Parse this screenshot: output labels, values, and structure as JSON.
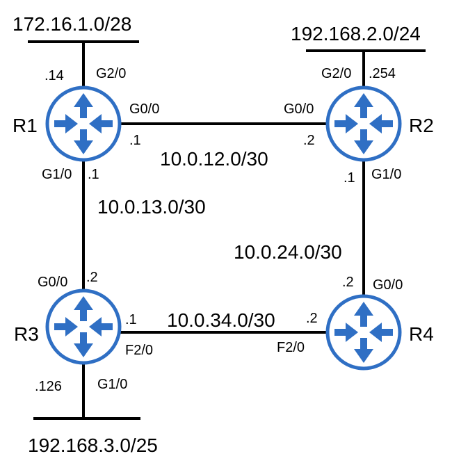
{
  "colors": {
    "router": "#2f6fc4",
    "line": "#000000",
    "background": "#ffffff"
  },
  "icons": {
    "router": "router-icon"
  },
  "lans": {
    "r1": "172.16.1.0/28",
    "r2": "192.168.2.0/24",
    "r3": "192.168.3.0/25"
  },
  "links": {
    "r1_r2": "10.0.12.0/30",
    "r1_r3": "10.0.13.0/30",
    "r2_r4": "10.0.24.0/30",
    "r3_r4": "10.0.34.0/30"
  },
  "routers": {
    "r1": {
      "name": "R1",
      "g2_0": {
        "if": "G2/0",
        "ip": ".14"
      },
      "g0_0": {
        "if": "G0/0",
        "ip": ".1"
      },
      "g1_0": {
        "if": "G1/0",
        "ip": ".1"
      }
    },
    "r2": {
      "name": "R2",
      "g2_0": {
        "if": "G2/0",
        "ip": ".254"
      },
      "g0_0": {
        "if": "G0/0",
        "ip": ".2"
      },
      "g1_0": {
        "if": "G1/0",
        "ip": ".1"
      }
    },
    "r3": {
      "name": "R3",
      "g0_0": {
        "if": "G0/0",
        "ip": ".2"
      },
      "f2_0": {
        "if": "F2/0",
        "ip": ".1"
      },
      "g1_0": {
        "if": "G1/0",
        "ip": ".126"
      }
    },
    "r4": {
      "name": "R4",
      "g0_0": {
        "if": "G0/0",
        "ip": ".2"
      },
      "f2_0": {
        "if": "F2/0",
        "ip": ".2"
      }
    }
  }
}
